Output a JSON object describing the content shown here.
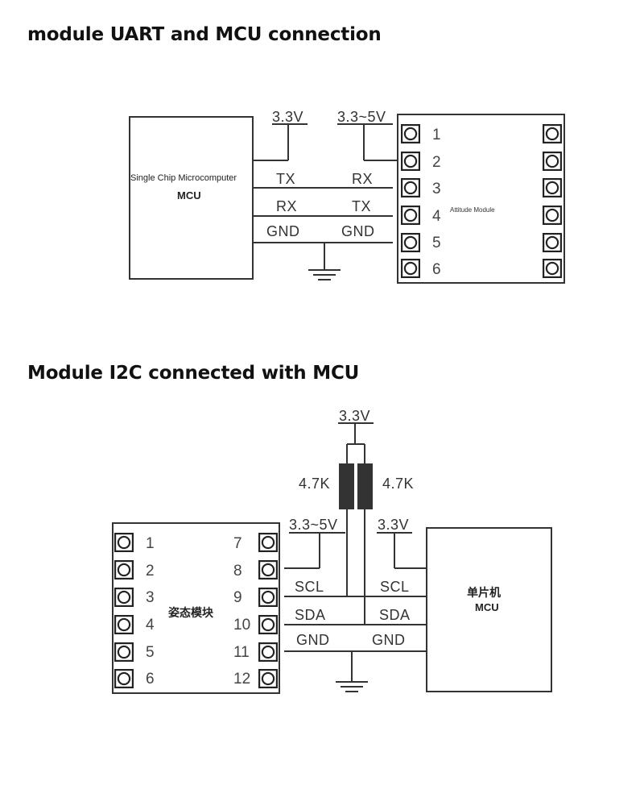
{
  "headings": {
    "uart": "module UART and MCU connection",
    "i2c": "Module I2C connected with MCU"
  },
  "uart_diagram": {
    "mcu_name": "Single Chip Microcomputer",
    "mcu_short": "MCU",
    "module_name": "Attitude Module",
    "supply_mcu": "3.3V",
    "supply_module": "3.3~5V",
    "pins": [
      "1",
      "2",
      "3",
      "4",
      "5",
      "6"
    ],
    "signals": {
      "tx_left": "TX",
      "rx_right": "RX",
      "rx_left": "RX",
      "tx_right": "TX",
      "gnd_left": "GND",
      "gnd_right": "GND"
    }
  },
  "i2c_diagram": {
    "supply_top": "3.3V",
    "resistor_left": "4.7K",
    "resistor_right": "4.7K",
    "supply_module": "3.3~5V",
    "supply_mcu": "3.3V",
    "module_name": "姿态模块",
    "mcu_name": "单片机",
    "mcu_short": "MCU",
    "pins_left": [
      "1",
      "2",
      "3",
      "4",
      "5",
      "6"
    ],
    "pins_right": [
      "7",
      "8",
      "9",
      "10",
      "11",
      "12"
    ],
    "signals": {
      "scl_left": "SCL",
      "scl_right": "SCL",
      "sda_left": "SDA",
      "sda_right": "SDA",
      "gnd_left": "GND",
      "gnd_right": "GND"
    }
  }
}
